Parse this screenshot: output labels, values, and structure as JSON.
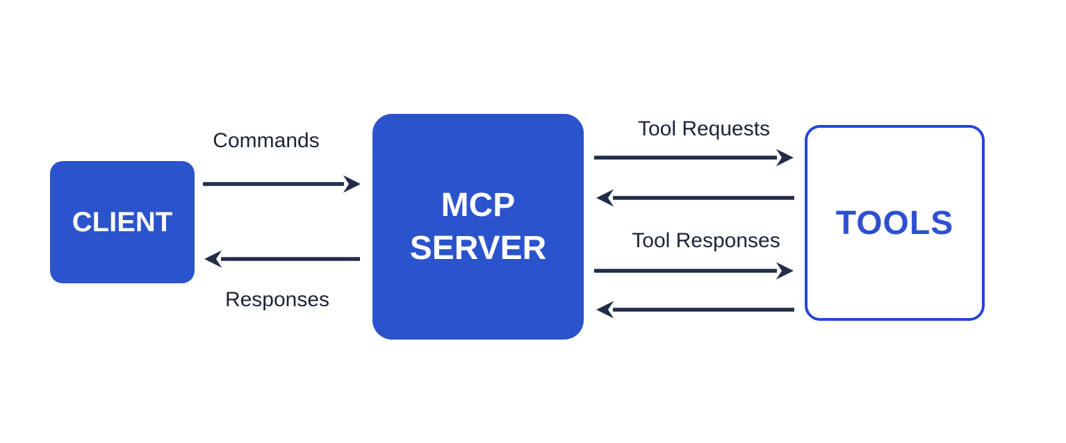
{
  "diagram": {
    "title": "MCP client-server-tools flow diagram",
    "nodes": {
      "client": {
        "label": "CLIENT"
      },
      "server": {
        "lines": [
          "MCP",
          "SERVER"
        ]
      },
      "tools": {
        "label": "TOOLS"
      }
    },
    "edges": {
      "commands": {
        "label": "Commands",
        "from": "client",
        "to": "server",
        "direction": "right"
      },
      "responses": {
        "label": "Responses",
        "from": "server",
        "to": "client",
        "direction": "left"
      },
      "tool_requests": {
        "label": "Tool Requests",
        "from": "server",
        "to": "tools",
        "direction": "right"
      },
      "tool_requests_return": {
        "label": "",
        "from": "tools",
        "to": "server",
        "direction": "left"
      },
      "tool_responses": {
        "label": "Tool Responses",
        "from": "server",
        "to": "tools",
        "direction": "right"
      },
      "tool_responses_return": {
        "label": "",
        "from": "tools",
        "to": "server",
        "direction": "left"
      }
    },
    "colors": {
      "box_fill": "#2b53cc",
      "box_text": "#ffffff",
      "tools_border": "#2446d6",
      "tools_text": "#2d4fd1",
      "tools_fill": "#ffffff",
      "arrow": "#222e49",
      "label_text": "#1d2433",
      "canvas_bg": "#ffffff"
    }
  }
}
